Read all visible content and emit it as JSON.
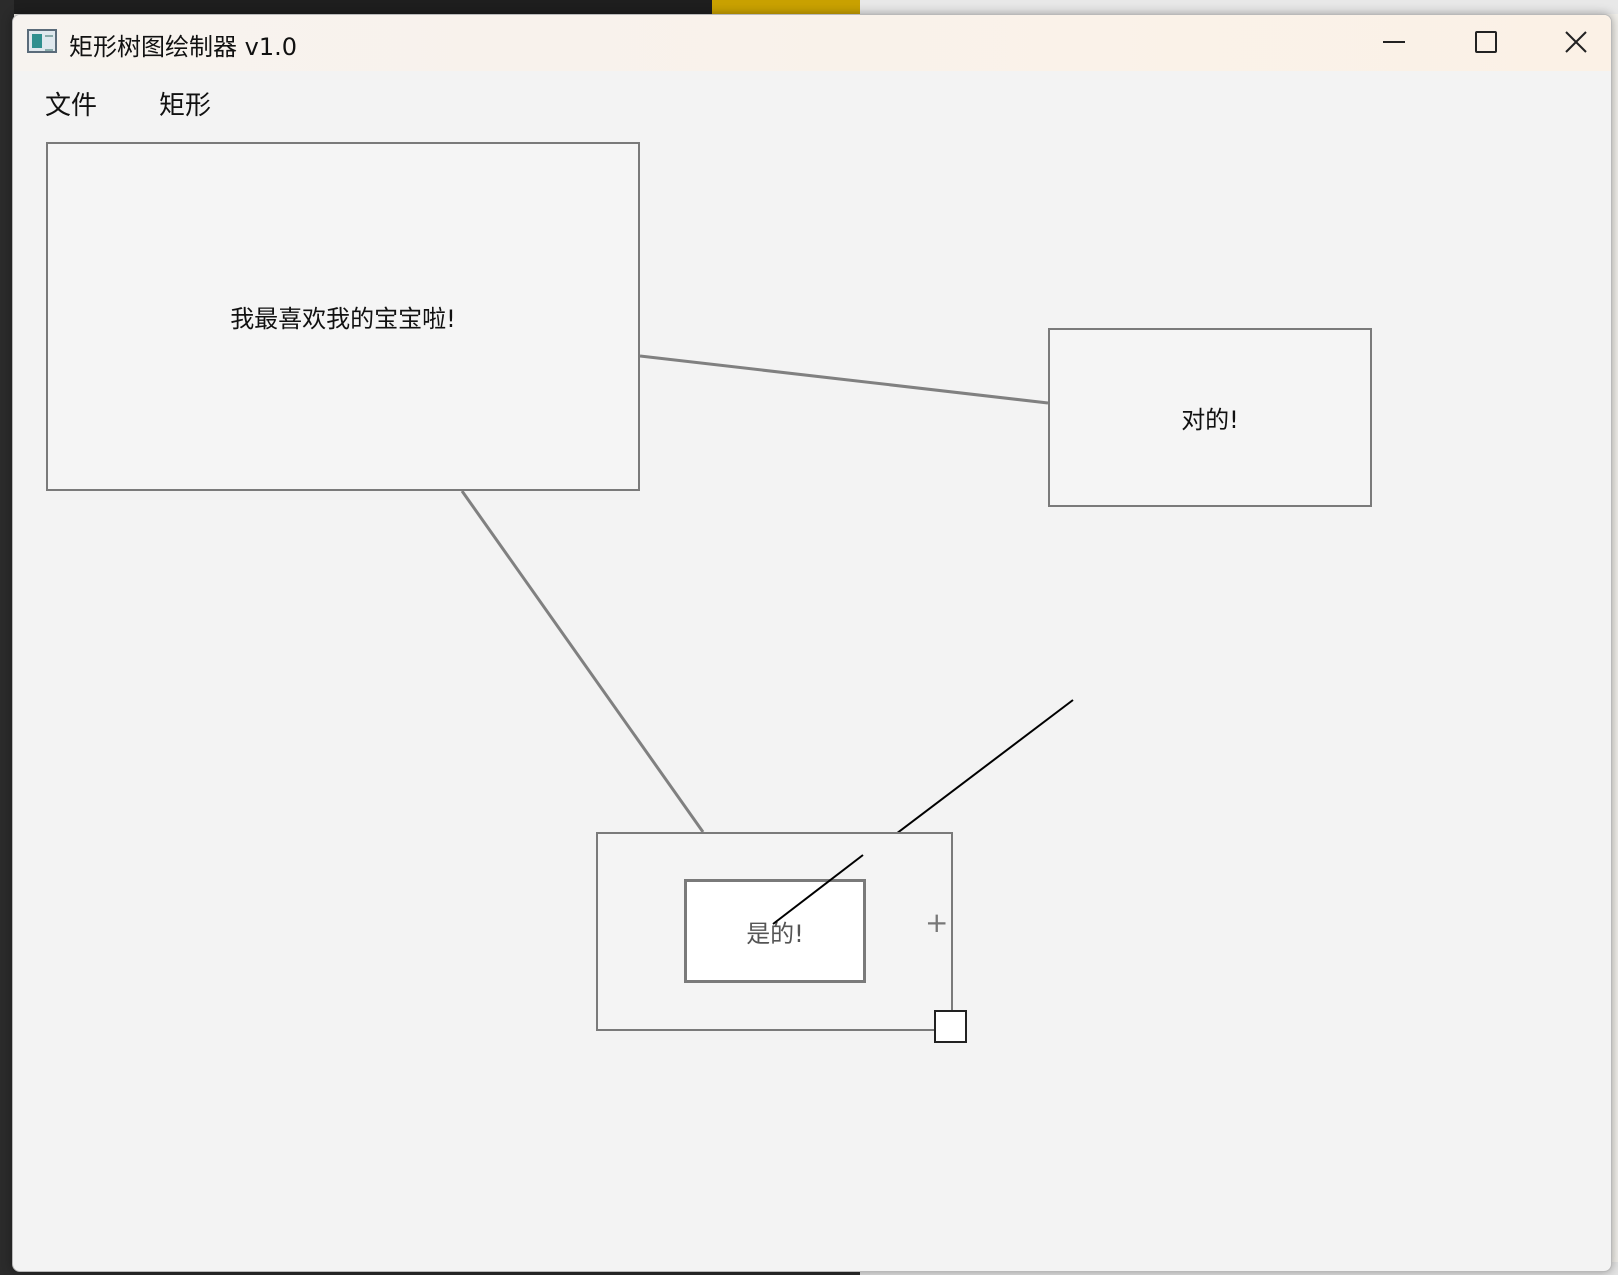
{
  "window": {
    "title": "矩形树图绘制器 v1.0"
  },
  "menubar": {
    "items": [
      {
        "label": "文件"
      },
      {
        "label": "矩形"
      }
    ]
  },
  "canvas": {
    "nodes": {
      "root": {
        "label": "我最喜欢我的宝宝啦!"
      },
      "right": {
        "label": "对的!"
      },
      "child": {
        "label": "是的!"
      }
    },
    "add_symbol": "+"
  },
  "colors": {
    "edge": "#808080",
    "node_border": "#7a7a7a",
    "active_link": "#000000"
  }
}
